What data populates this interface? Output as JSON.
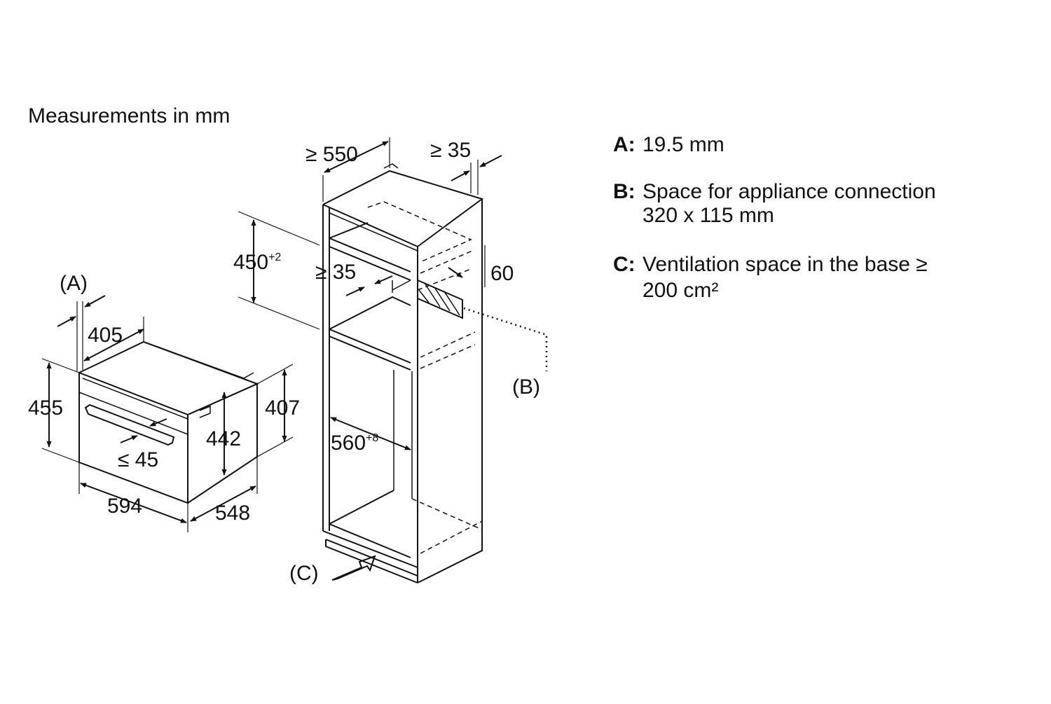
{
  "title": "Measurements in mm",
  "oven_dimensions": {
    "callout_a": "(A)",
    "depth_front": "405",
    "height_outer": "455",
    "height_inner": "442",
    "height_side": "407",
    "handle_offset": "≤ 45",
    "width": "594",
    "depth": "548"
  },
  "cabinet_dimensions": {
    "depth_min": "≥ 550",
    "rear_gap": "≥ 35",
    "niche_height": "450",
    "niche_height_tol": "+2",
    "shelf_gap": "≥ 35",
    "connection_offset": "60",
    "niche_width": "560",
    "niche_width_tol": "+8",
    "callout_b": "(B)",
    "callout_c": "(C)"
  },
  "legend": [
    {
      "key": "A:",
      "lines": [
        "19.5 mm"
      ]
    },
    {
      "key": "B:",
      "lines": [
        "Space for appliance connection",
        "320 x 115 mm"
      ]
    },
    {
      "key": "C:",
      "lines": [
        "Ventilation space in the base ≥",
        "200 cm²"
      ]
    }
  ]
}
